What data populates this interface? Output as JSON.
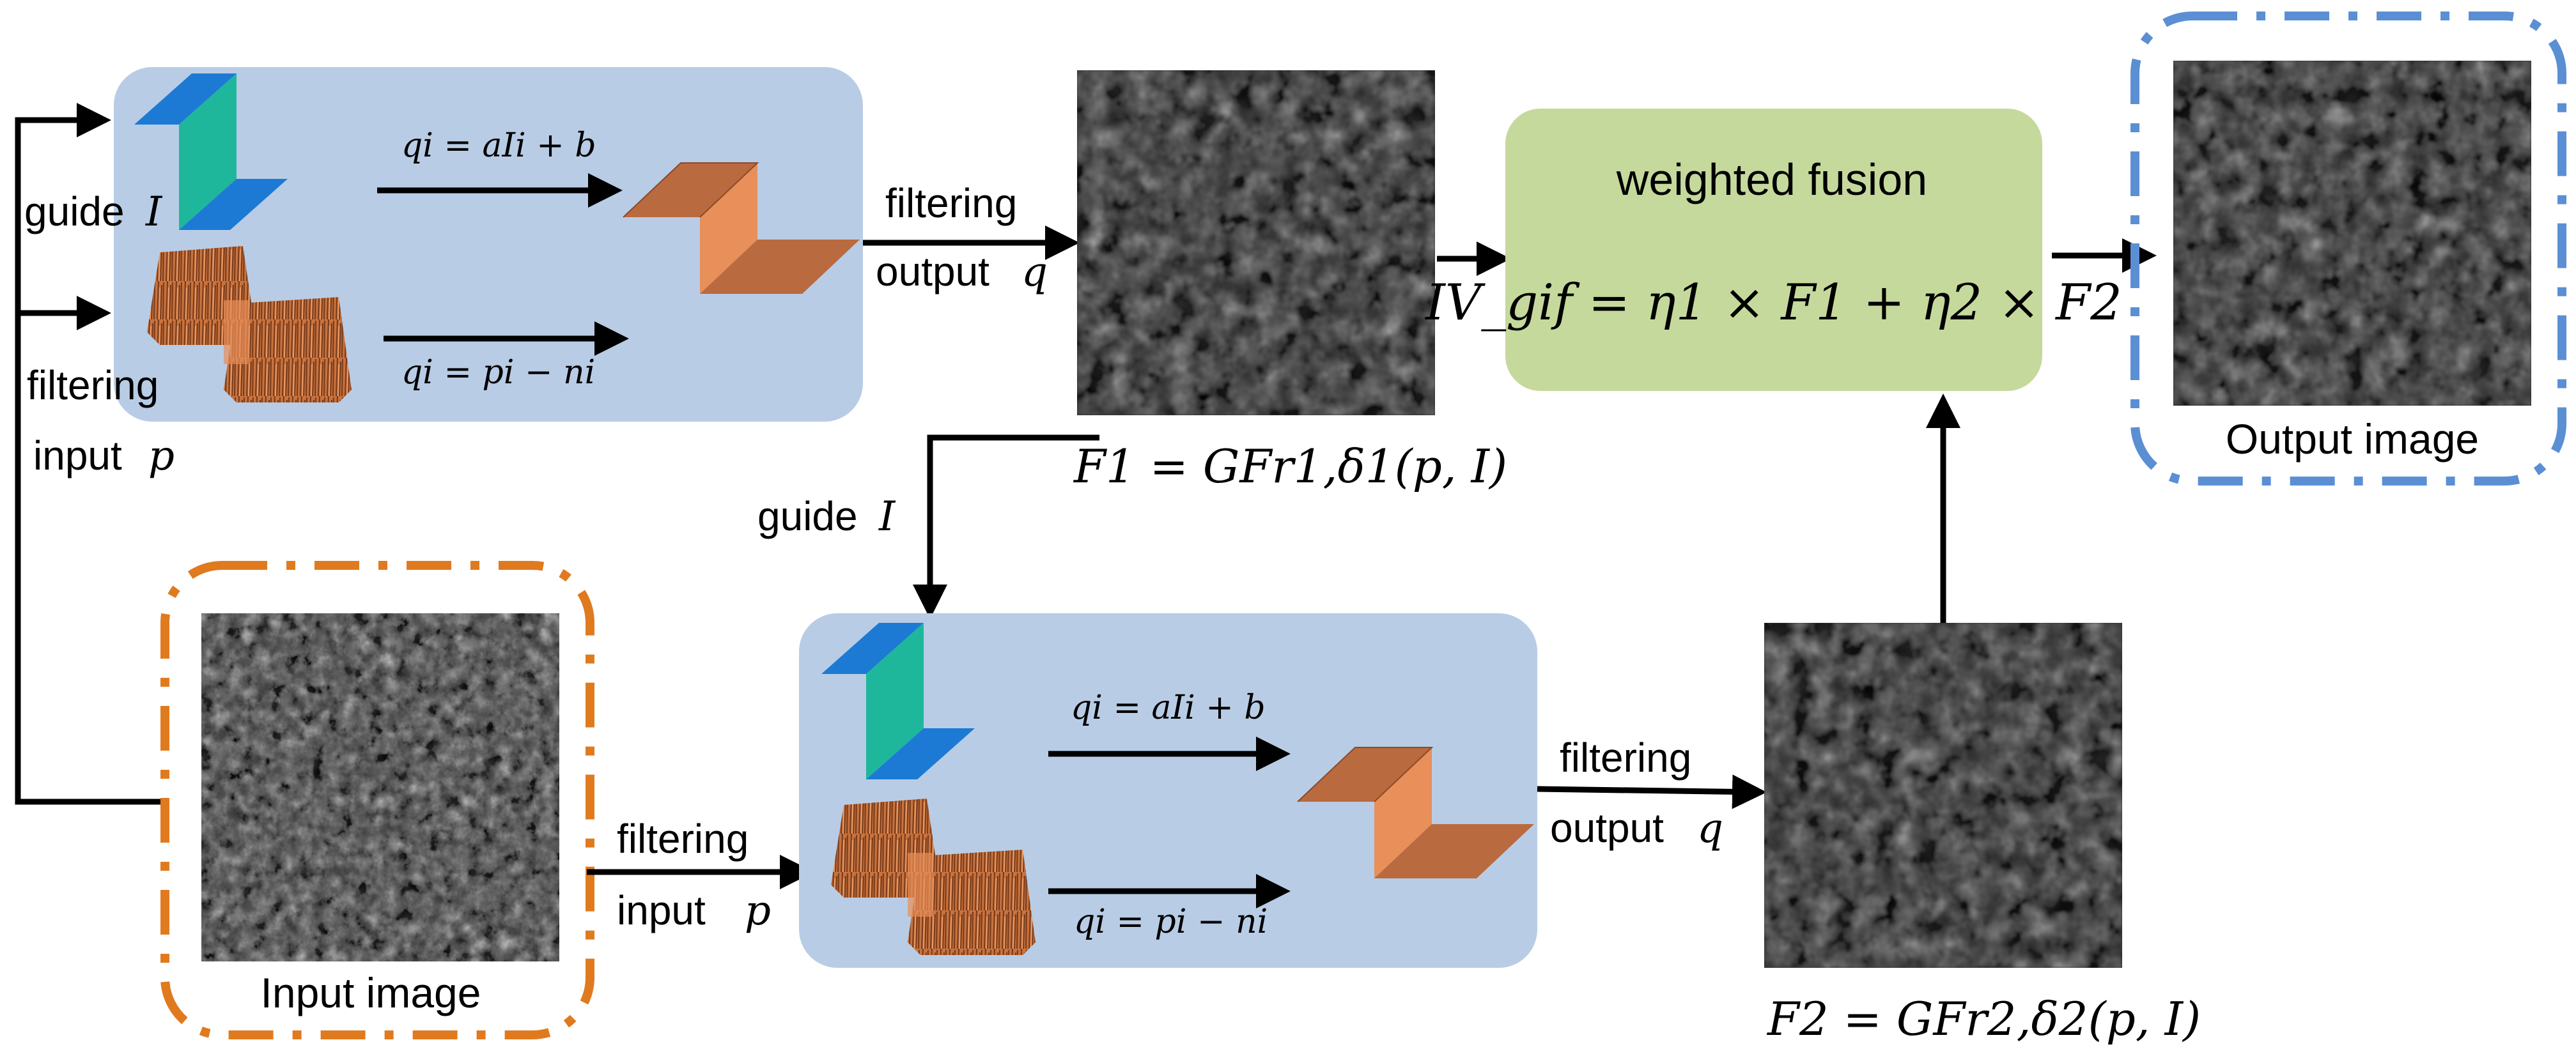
{
  "colors": {
    "panel_blue": "#b9cce5",
    "fusion_green": "#c5d99c",
    "input_border": "#e07a1f",
    "output_border": "#5b8fd4",
    "step_top": "#1c7ad4",
    "step_side": "#1fb79b",
    "brown_step": "#b96a3f",
    "brown_side": "#e88f5a"
  },
  "labels": {
    "guide_top": "guide",
    "guide_top_var": "I",
    "filtering_input_top_1": "filtering",
    "filtering_input_top_2": "input",
    "filtering_input_top_var": "p",
    "filtering_output_top_1": "filtering",
    "filtering_output_top_2": "output",
    "filtering_output_top_var": "q",
    "guide_mid": "guide",
    "guide_mid_var": "I",
    "filtering_input_bottom_1": "filtering",
    "filtering_input_bottom_2": "input",
    "filtering_input_bottom_var": "p",
    "filtering_output_bottom_1": "filtering",
    "filtering_output_bottom_2": "output",
    "filtering_output_bottom_var": "q",
    "weighted_fusion": "weighted fusion",
    "input_image": "Input image",
    "output_image": "Output image"
  },
  "equations": {
    "linear_model": "qi = aIi + b",
    "noise_model": "qi = pi − ni",
    "f1": "F1 = GFr1,δ1(p, I)",
    "f2": "F2 = GFr2,δ2(p, I)",
    "fusion": "IV_gif = η1 × F1 + η2 × F2"
  },
  "icons": {
    "input_photo": "grayscale-vegetation-photo",
    "filtered_photo": "smoothed-vegetation-photo",
    "guide_shape": "step-edge-3d-icon",
    "noisy_shape": "noisy-step-3d-icon",
    "output_shape": "smooth-step-3d-icon"
  }
}
